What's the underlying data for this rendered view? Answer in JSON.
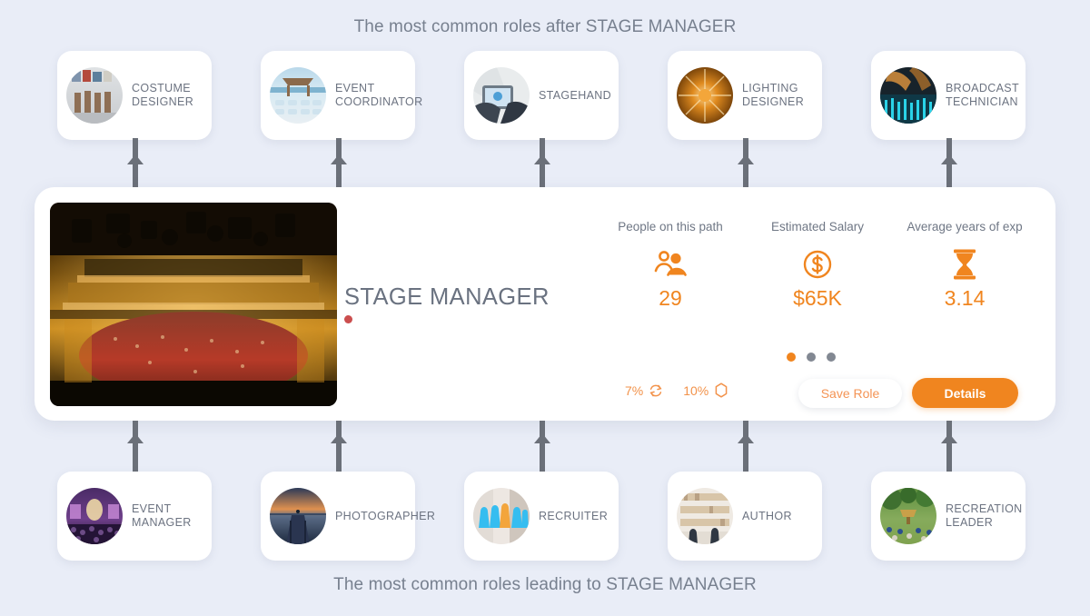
{
  "headings": {
    "top": "The most common roles after STAGE MANAGER",
    "bottom": "The most common roles leading to STAGE MANAGER"
  },
  "colors": {
    "background": "#e9edf7",
    "accent": "#f0851f",
    "text_muted": "#6c7381",
    "status_dot": "#cb4e4e",
    "connector": "#6b7079"
  },
  "current_role": {
    "title": "STAGE MANAGER",
    "image_alt": "concert-hall-audience-photo",
    "status_dot": true
  },
  "stats": [
    {
      "label": "People on this path",
      "value": "29",
      "icon": "people-icon"
    },
    {
      "label": "Estimated Salary",
      "value": "$65K",
      "icon": "dollar-circle-icon"
    },
    {
      "label": "Average years of exp",
      "value": "3.14",
      "icon": "hourglass-icon"
    }
  ],
  "pagination": {
    "total": 3,
    "active_index": 0
  },
  "metrics": [
    {
      "value": "7%",
      "icon": "refresh-cycle-icon"
    },
    {
      "value": "10%",
      "icon": "hexagon-outline-icon"
    }
  ],
  "actions": {
    "save_label": "Save Role",
    "details_label": "Details"
  },
  "next_roles": [
    {
      "label": "COSTUME DESIGNER",
      "image_alt": "costume-rack-photo"
    },
    {
      "label": "EVENT COORDINATOR",
      "image_alt": "beach-event-setup-photo"
    },
    {
      "label": "STAGEHAND",
      "image_alt": "hands-tablet-photo"
    },
    {
      "label": "LIGHTING DESIGNER",
      "image_alt": "golden-light-burst-photo"
    },
    {
      "label": "BROADCAST TECHNICIAN",
      "image_alt": "audio-mixing-console-photo"
    }
  ],
  "previous_roles": [
    {
      "label": "EVENT MANAGER",
      "image_alt": "stage-show-crowd-photo"
    },
    {
      "label": "PHOTOGRAPHER",
      "image_alt": "pier-sunset-photo"
    },
    {
      "label": "RECRUITER",
      "image_alt": "blue-figures-photo"
    },
    {
      "label": "AUTHOR",
      "image_alt": "bookshelf-photo"
    },
    {
      "label": "RECREATION LEADER",
      "image_alt": "park-gathering-photo"
    }
  ]
}
